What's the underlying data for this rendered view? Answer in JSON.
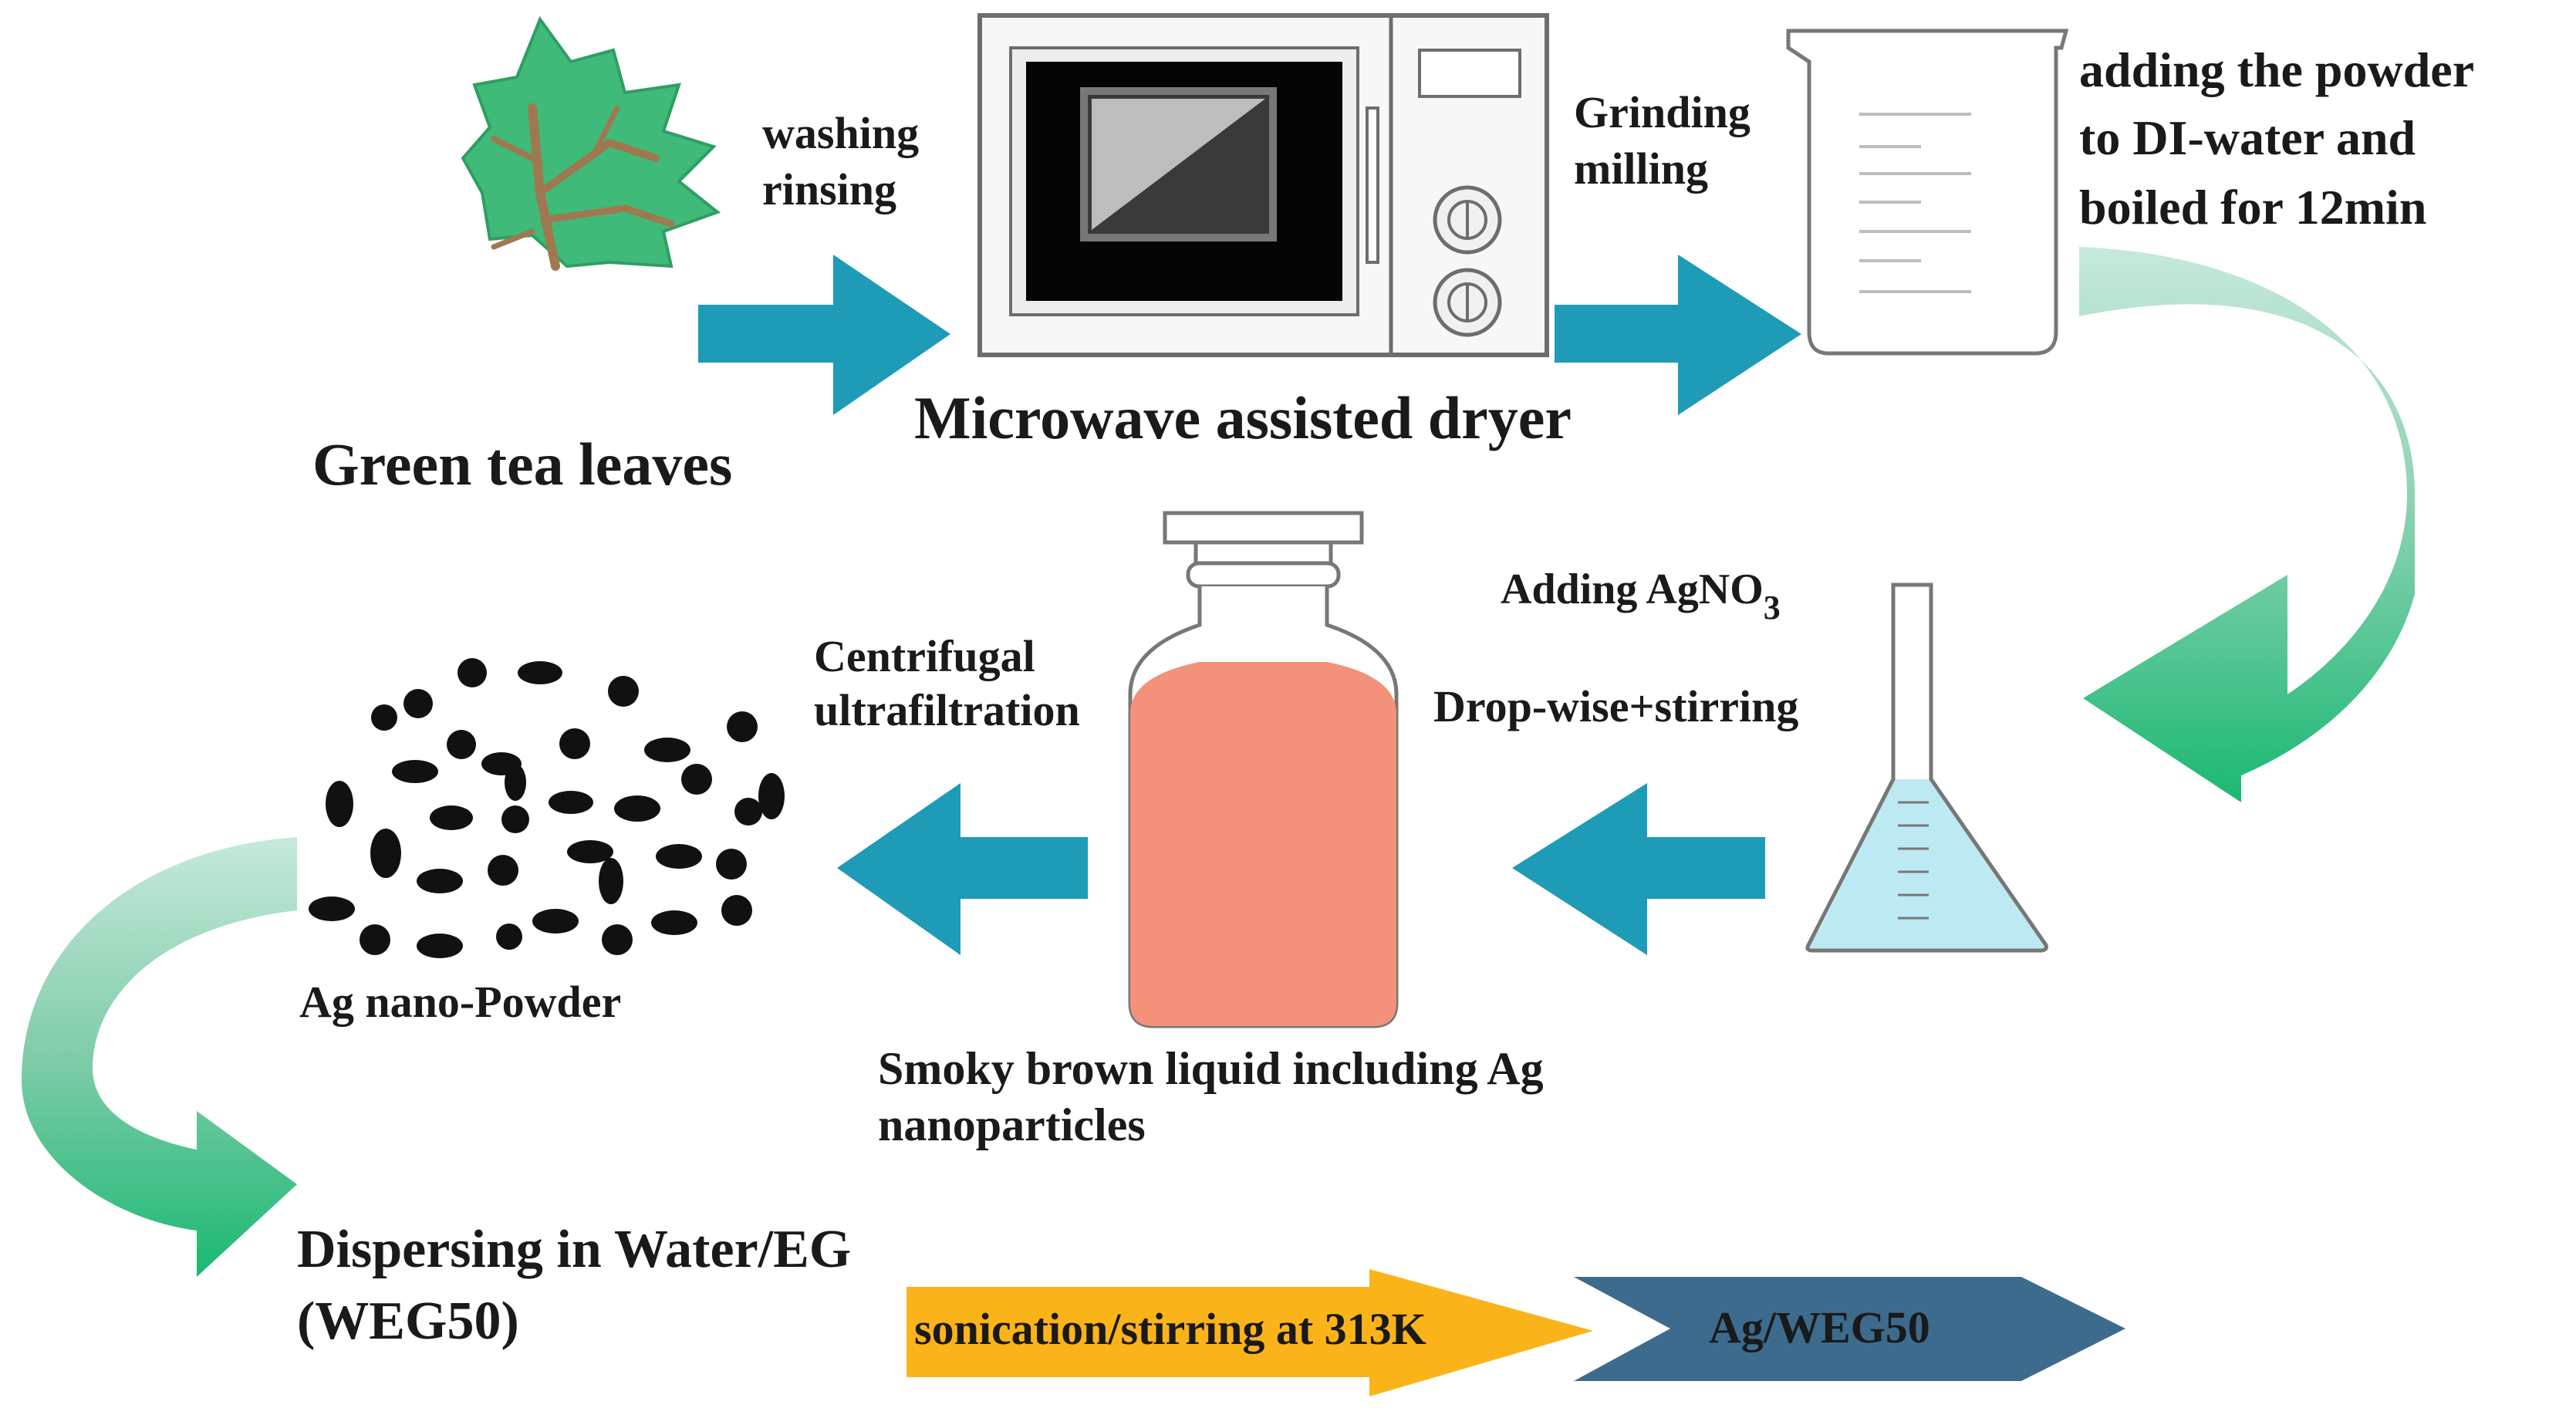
{
  "labels": {
    "washing": "washing",
    "rinsing": "rinsing",
    "grinding": "Grinding",
    "milling": "milling",
    "adding_powder_1": "adding the powder",
    "adding_powder_2": "to DI-water and",
    "adding_powder_3": "boiled for 12min",
    "green_tea": "Green tea leaves",
    "microwave": "Microwave assisted dryer",
    "adding_agno3": "Adding AgNO",
    "agno3_subscript": "3",
    "dropwise": "Drop-wise+stirring",
    "centrifugal": "Centrifugal",
    "ultrafiltration": "ultrafiltration",
    "ag_powder": "Ag nano-Powder",
    "smoky_1": "Smoky brown liquid including Ag",
    "smoky_2": "nanoparticles",
    "dispersing_1": "Dispersing in Water/EG",
    "dispersing_2": "(WEG50)",
    "sonication": "sonication/stirring at 313K",
    "ag_weg50": "Ag/WEG50"
  },
  "colors": {
    "blue_arrow": "#1e9bb7",
    "green_arrow": "#1ab872",
    "green_fade": "#b9e3d2",
    "leaf": "#3fba78",
    "leaf_stem": "#a0784f",
    "bottle_liquid": "#f4917a",
    "flask_liquid": "#bde9f2",
    "sonication_fill": "#fbb31a",
    "ag_weg50_fill": "#3d6b8d"
  },
  "icons": [
    "leaf-icon",
    "microwave-icon",
    "beaker-icon",
    "flask-icon",
    "bottle-icon",
    "nanoparticles-icon"
  ]
}
